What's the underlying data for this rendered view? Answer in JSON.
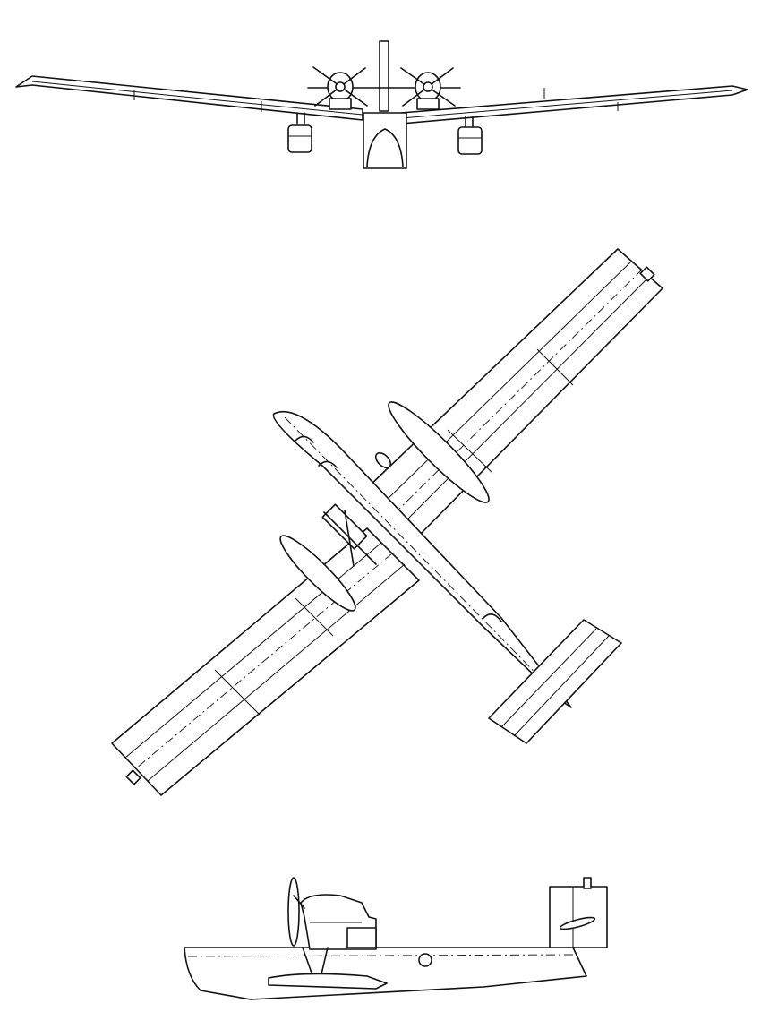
{
  "drawing": {
    "views": [
      {
        "id": "front",
        "name": "front-view"
      },
      {
        "id": "plan",
        "name": "plan-view"
      },
      {
        "id": "side",
        "name": "side-view"
      }
    ],
    "colors": {
      "ink": "#111111",
      "paper": "#ffffff"
    }
  }
}
